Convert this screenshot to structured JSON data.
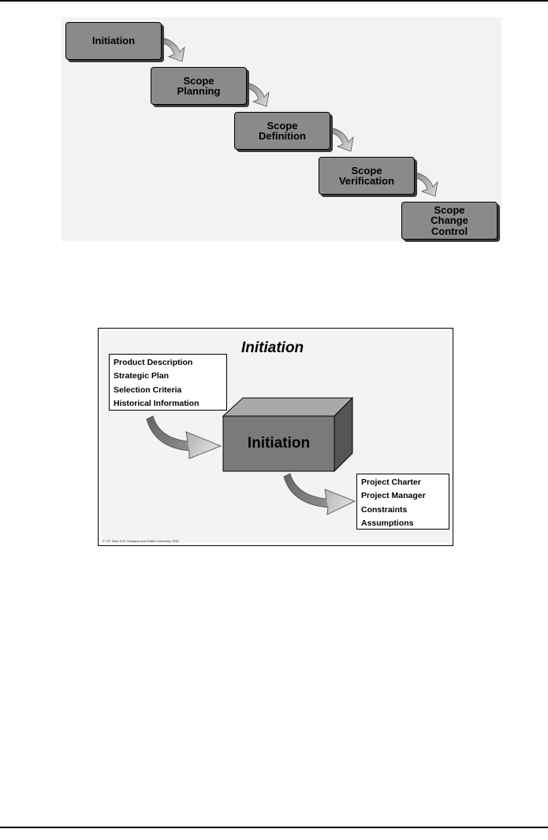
{
  "scope_process": {
    "steps": [
      {
        "label": "Initiation"
      },
      {
        "label": "Scope\nPlanning"
      },
      {
        "label": "Scope\nDefinition"
      },
      {
        "label": "Scope\nVerification"
      },
      {
        "label": "Scope\nChange\nControl"
      }
    ]
  },
  "initiation_slide": {
    "title": "Initiation",
    "process_label": "Initiation",
    "inputs": [
      "Product Description",
      "Strategic Plan",
      "Selection Criteria",
      "Historical Information"
    ],
    "outputs": [
      "Project Charter",
      "Project Manager",
      "Constraints",
      "Assumptions"
    ],
    "copyright": "© T.R. Bosi, D.B. Hodgson and Griffith University, 2002"
  },
  "colors": {
    "box_fill": "#8a8a8a",
    "arrow_fill": "#c4c4c4",
    "cube_front": "#7a7a7a",
    "cube_top": "#a9a9a9",
    "cube_side": "#555555"
  }
}
